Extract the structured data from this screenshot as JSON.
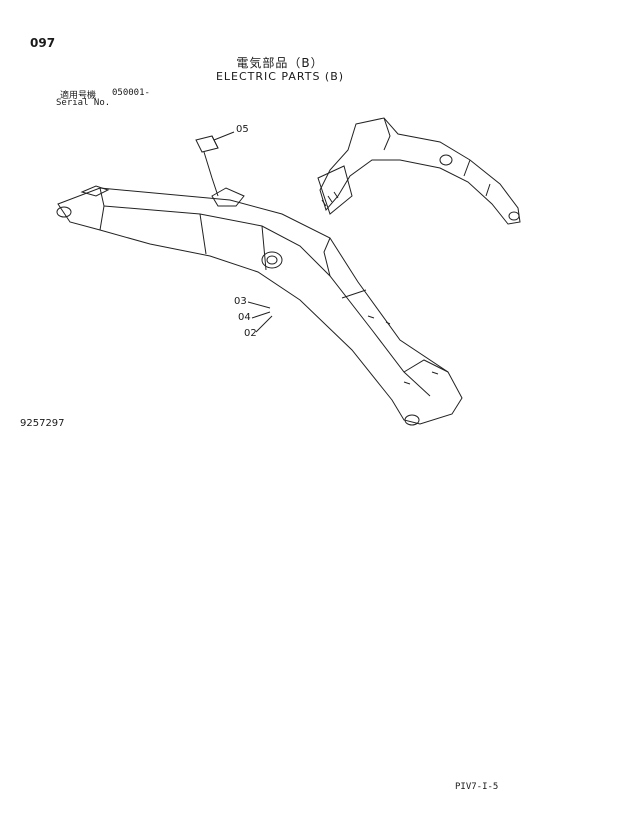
{
  "page": {
    "number": "097",
    "title_jp": "電気部品（B）",
    "title_en": "ELECTRIC PARTS (B)",
    "serial_label_jp": "適用号機",
    "serial_value": "050001-",
    "serial_label_en": "Serial No.",
    "drawing_number": "9257297",
    "footer_code": "PIV7-I-5"
  },
  "callouts": {
    "c05": "05",
    "c03": "03",
    "c04": "04",
    "c02": "02"
  }
}
